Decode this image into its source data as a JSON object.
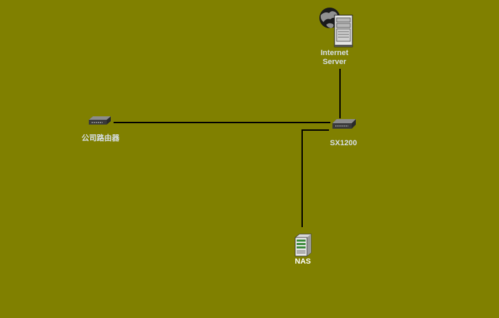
{
  "canvas": {
    "background": "#808000",
    "link_color": "#000000"
  },
  "nodes": {
    "internet_server": {
      "label_line1": "Internet",
      "label_line2": "Server",
      "icon": "globe-server-icon"
    },
    "company_router": {
      "label": "公司路由器",
      "icon": "router-icon"
    },
    "sx1200": {
      "label": "SX1200",
      "icon": "switch-icon"
    },
    "nas": {
      "label": "NAS",
      "icon": "nas-server-icon"
    }
  },
  "links": [
    {
      "from": "internet_server",
      "to": "sx1200"
    },
    {
      "from": "company_router",
      "to": "sx1200"
    },
    {
      "from": "sx1200",
      "to": "nas"
    }
  ]
}
